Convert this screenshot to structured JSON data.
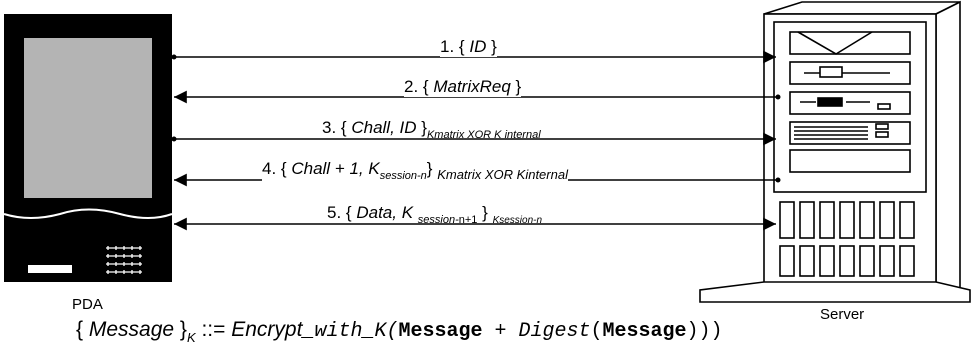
{
  "nodes": {
    "pda": "PDA",
    "server": "Server"
  },
  "messages": [
    {
      "num": "1.",
      "open": "{",
      "body": "ID",
      "close": "}",
      "direction": "to-server"
    },
    {
      "num": "2.",
      "open": "{",
      "body": "MatrixReq",
      "close": "}",
      "direction": "to-pda"
    },
    {
      "num": "3.",
      "open": "{",
      "body": "Chall, ID",
      "close": "}",
      "key": "Kmatrix XOR K internal",
      "direction": "to-server"
    },
    {
      "num": "4.",
      "open": "{",
      "body": "Chall + 1, K",
      "session_sub": "session-n",
      "close": "}",
      "key": "Kmatrix XOR Kinternal",
      "direction": "to-pda"
    },
    {
      "num": "5.",
      "open": "{",
      "body": "Data, K",
      "session_sub": "session-",
      "session_tail": "n+1",
      "close": "}",
      "key": "Ksession-n",
      "direction": "both"
    }
  ],
  "formula": {
    "open": "{",
    "message": "Message",
    "close": "}",
    "k_sub": "K",
    "assign": "::=",
    "encrypt": "Encrypt",
    "with_k": "_with_K(",
    "message_bold": "Message",
    "plus": " + ",
    "digest": "Digest",
    "paren_open": "(",
    "message_bold2": "Message",
    "tail": ")))"
  }
}
